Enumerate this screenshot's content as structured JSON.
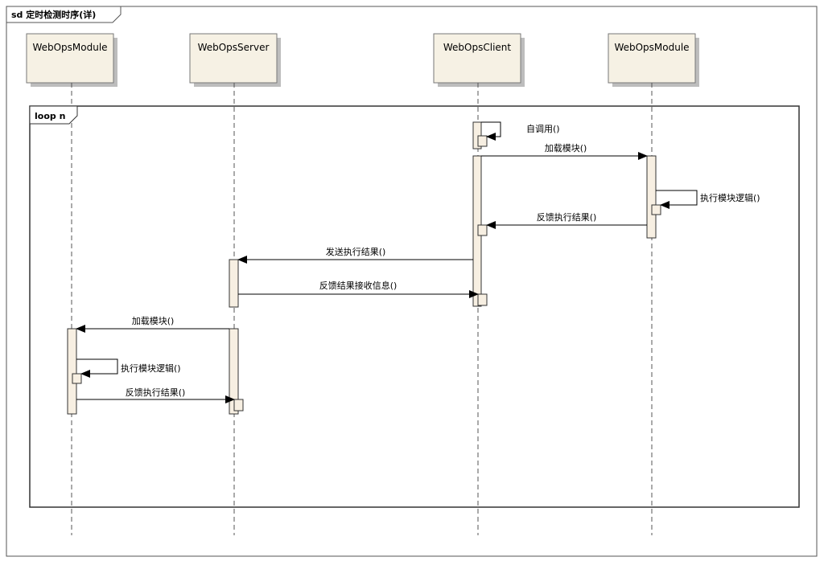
{
  "diagram": {
    "title": "sd 定时检测时序(详)",
    "lifelines": [
      {
        "id": "m1",
        "name": "WebOpsModule"
      },
      {
        "id": "srv",
        "name": "WebOpsServer"
      },
      {
        "id": "cli",
        "name": "WebOpsClient"
      },
      {
        "id": "m2",
        "name": "WebOpsModule"
      }
    ],
    "fragment": {
      "operator": "loop n"
    },
    "messages": [
      {
        "label": "自调用()",
        "from": "cli",
        "to": "cli",
        "kind": "self-call"
      },
      {
        "label": "加载模块()",
        "from": "cli",
        "to": "m2",
        "kind": "call"
      },
      {
        "label": "执行模块逻辑()",
        "from": "m2",
        "to": "m2",
        "kind": "self-call"
      },
      {
        "label": "反馈执行结果()",
        "from": "m2",
        "to": "cli",
        "kind": "call"
      },
      {
        "label": "发送执行结果()",
        "from": "cli",
        "to": "srv",
        "kind": "call"
      },
      {
        "label": "反馈结果接收信息()",
        "from": "srv",
        "to": "cli",
        "kind": "call"
      },
      {
        "label": "加载模块()",
        "from": "srv",
        "to": "m1",
        "kind": "call"
      },
      {
        "label": "执行模块逻辑()",
        "from": "m1",
        "to": "m1",
        "kind": "self-call"
      },
      {
        "label": "反馈执行结果()",
        "from": "m1",
        "to": "srv",
        "kind": "call"
      }
    ]
  },
  "colors": {
    "lifeline_fill": "#f6f1e4",
    "activation_fill": "#f7efe2",
    "border": "#333333",
    "shadow": "#bdbdbd"
  }
}
